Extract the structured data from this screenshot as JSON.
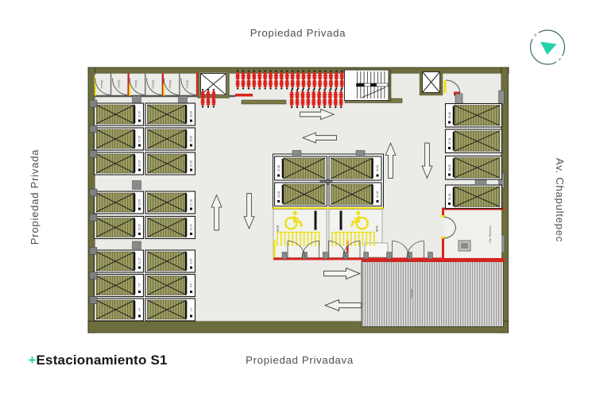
{
  "title": {
    "plus": "+",
    "text": "Estacionamiento S1"
  },
  "labels": {
    "top": "Propiedad Privada",
    "left": "Propiedad Privada",
    "right": "Av. Chapultepec",
    "bottom": "Propiedad Privadava"
  },
  "compass": {
    "north": "N",
    "south": "S"
  },
  "plan": {
    "storage_label": "bodega",
    "electrical_room_label": "Cto. Electrico",
    "ramp_label": "Rampa",
    "stalls": {
      "left_col_a": [
        "31.32",
        "27.28",
        "23.24",
        "19.20",
        "15.16",
        "11.12",
        "7.8",
        "3.4"
      ],
      "left_col_b": [
        "29.30",
        "25.26",
        "21.22",
        "17.18",
        "13.14",
        "9.10",
        "5.6",
        "1.2"
      ],
      "center": [
        "37.38",
        "43.44",
        "35.36",
        "41.42"
      ],
      "accessible": [
        "33.34",
        "39.40"
      ],
      "right_col": [
        "45.46",
        "47.48",
        "49.50",
        "51.52"
      ]
    },
    "colors": {
      "accent_teal": "#23d3a7",
      "wall_olive": "#6d6d3e",
      "marking_red": "#d8231f",
      "marking_yellow": "#eee212"
    }
  }
}
